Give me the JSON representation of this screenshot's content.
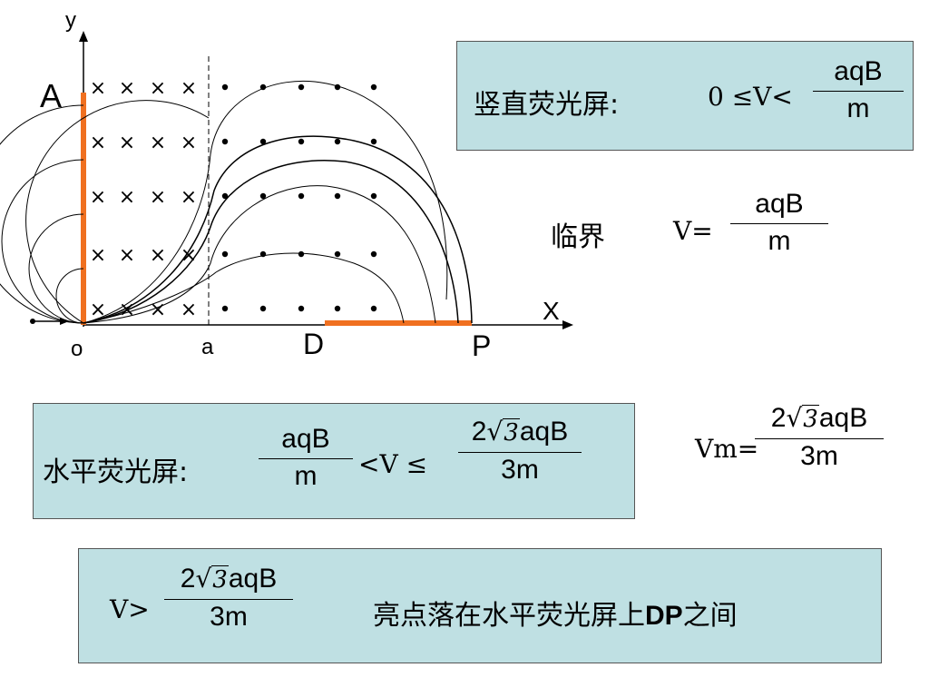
{
  "axes": {
    "x_label": "X",
    "y_label": "y"
  },
  "point_labels": {
    "A": "A",
    "o": "o",
    "a": "a",
    "D": "D",
    "P": "P"
  },
  "field": {
    "cross_symbol": "×",
    "dot_symbol": "•"
  },
  "colors": {
    "screen": "#f07020",
    "box": "#bfe0e3"
  },
  "box1": {
    "title": "竖直荧光屏:",
    "expr": "0 ≤V<",
    "frac_num": "aqB",
    "frac_den": "m"
  },
  "critical": {
    "label": "临界",
    "expr": "V=",
    "frac_num": "aqB",
    "frac_den": "m"
  },
  "box2": {
    "title": "水平荧光屏:",
    "frac1_num": "aqB",
    "frac1_den": "m",
    "mid": "<V ≤",
    "frac2_coef": "2",
    "frac2_root": "3",
    "frac2_rest": "aqB",
    "frac2_den": "3m"
  },
  "vm": {
    "expr": "Vm=",
    "coef": "2",
    "root": "3",
    "rest": "aqB",
    "den": "3m"
  },
  "box3": {
    "expr": "V>",
    "coef": "2",
    "root": "3",
    "rest": "aqB",
    "den": "3m",
    "text_prefix": "亮点落在水平荧光屏上",
    "text_bold": "DP",
    "text_suffix": "之间"
  }
}
